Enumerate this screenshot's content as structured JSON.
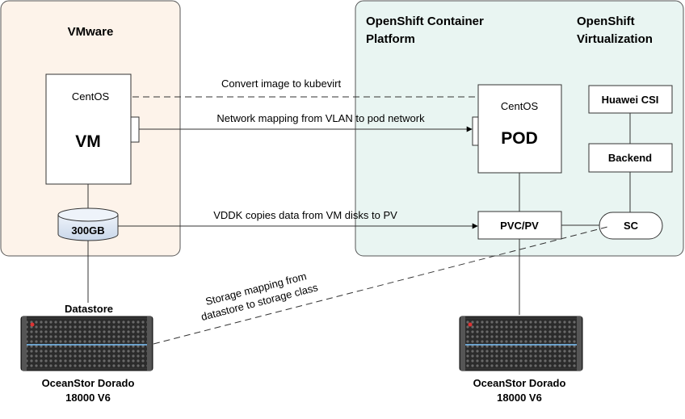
{
  "vmware": {
    "title": "VMware",
    "vm_os": "CentOS",
    "vm_label": "VM",
    "disk_label": "300GB",
    "datastore_label": "Datastore"
  },
  "openshift": {
    "title_line1": "OpenShift Container",
    "title_line2": "Platform",
    "virt_line1": "OpenShift",
    "virt_line2": "Virtualization",
    "pod_os": "CentOS",
    "pod_label": "POD",
    "csi_label": "Huawei CSI",
    "backend_label": "Backend",
    "pvc_label": "PVC/PV",
    "sc_label": "SC"
  },
  "arrows": {
    "convert": "Convert image to kubevirt",
    "network": "Network mapping from VLAN to pod network",
    "vddk": "VDDK copies data from VM disks to PV",
    "storage_line1": "Storage mapping from",
    "storage_line2": "datastore to storage class"
  },
  "storage_left": {
    "line1": "OceanStor Dorado",
    "line2": "18000 V6"
  },
  "storage_right": {
    "line1": "OceanStor Dorado",
    "line2": "18000 V6"
  },
  "colors": {
    "vmware_bg": "#fdf3ea",
    "openshift_bg": "#e9f5f2",
    "panel_border": "#555555",
    "disk_fill": "#dde8f5",
    "storage_body": "#333333"
  }
}
